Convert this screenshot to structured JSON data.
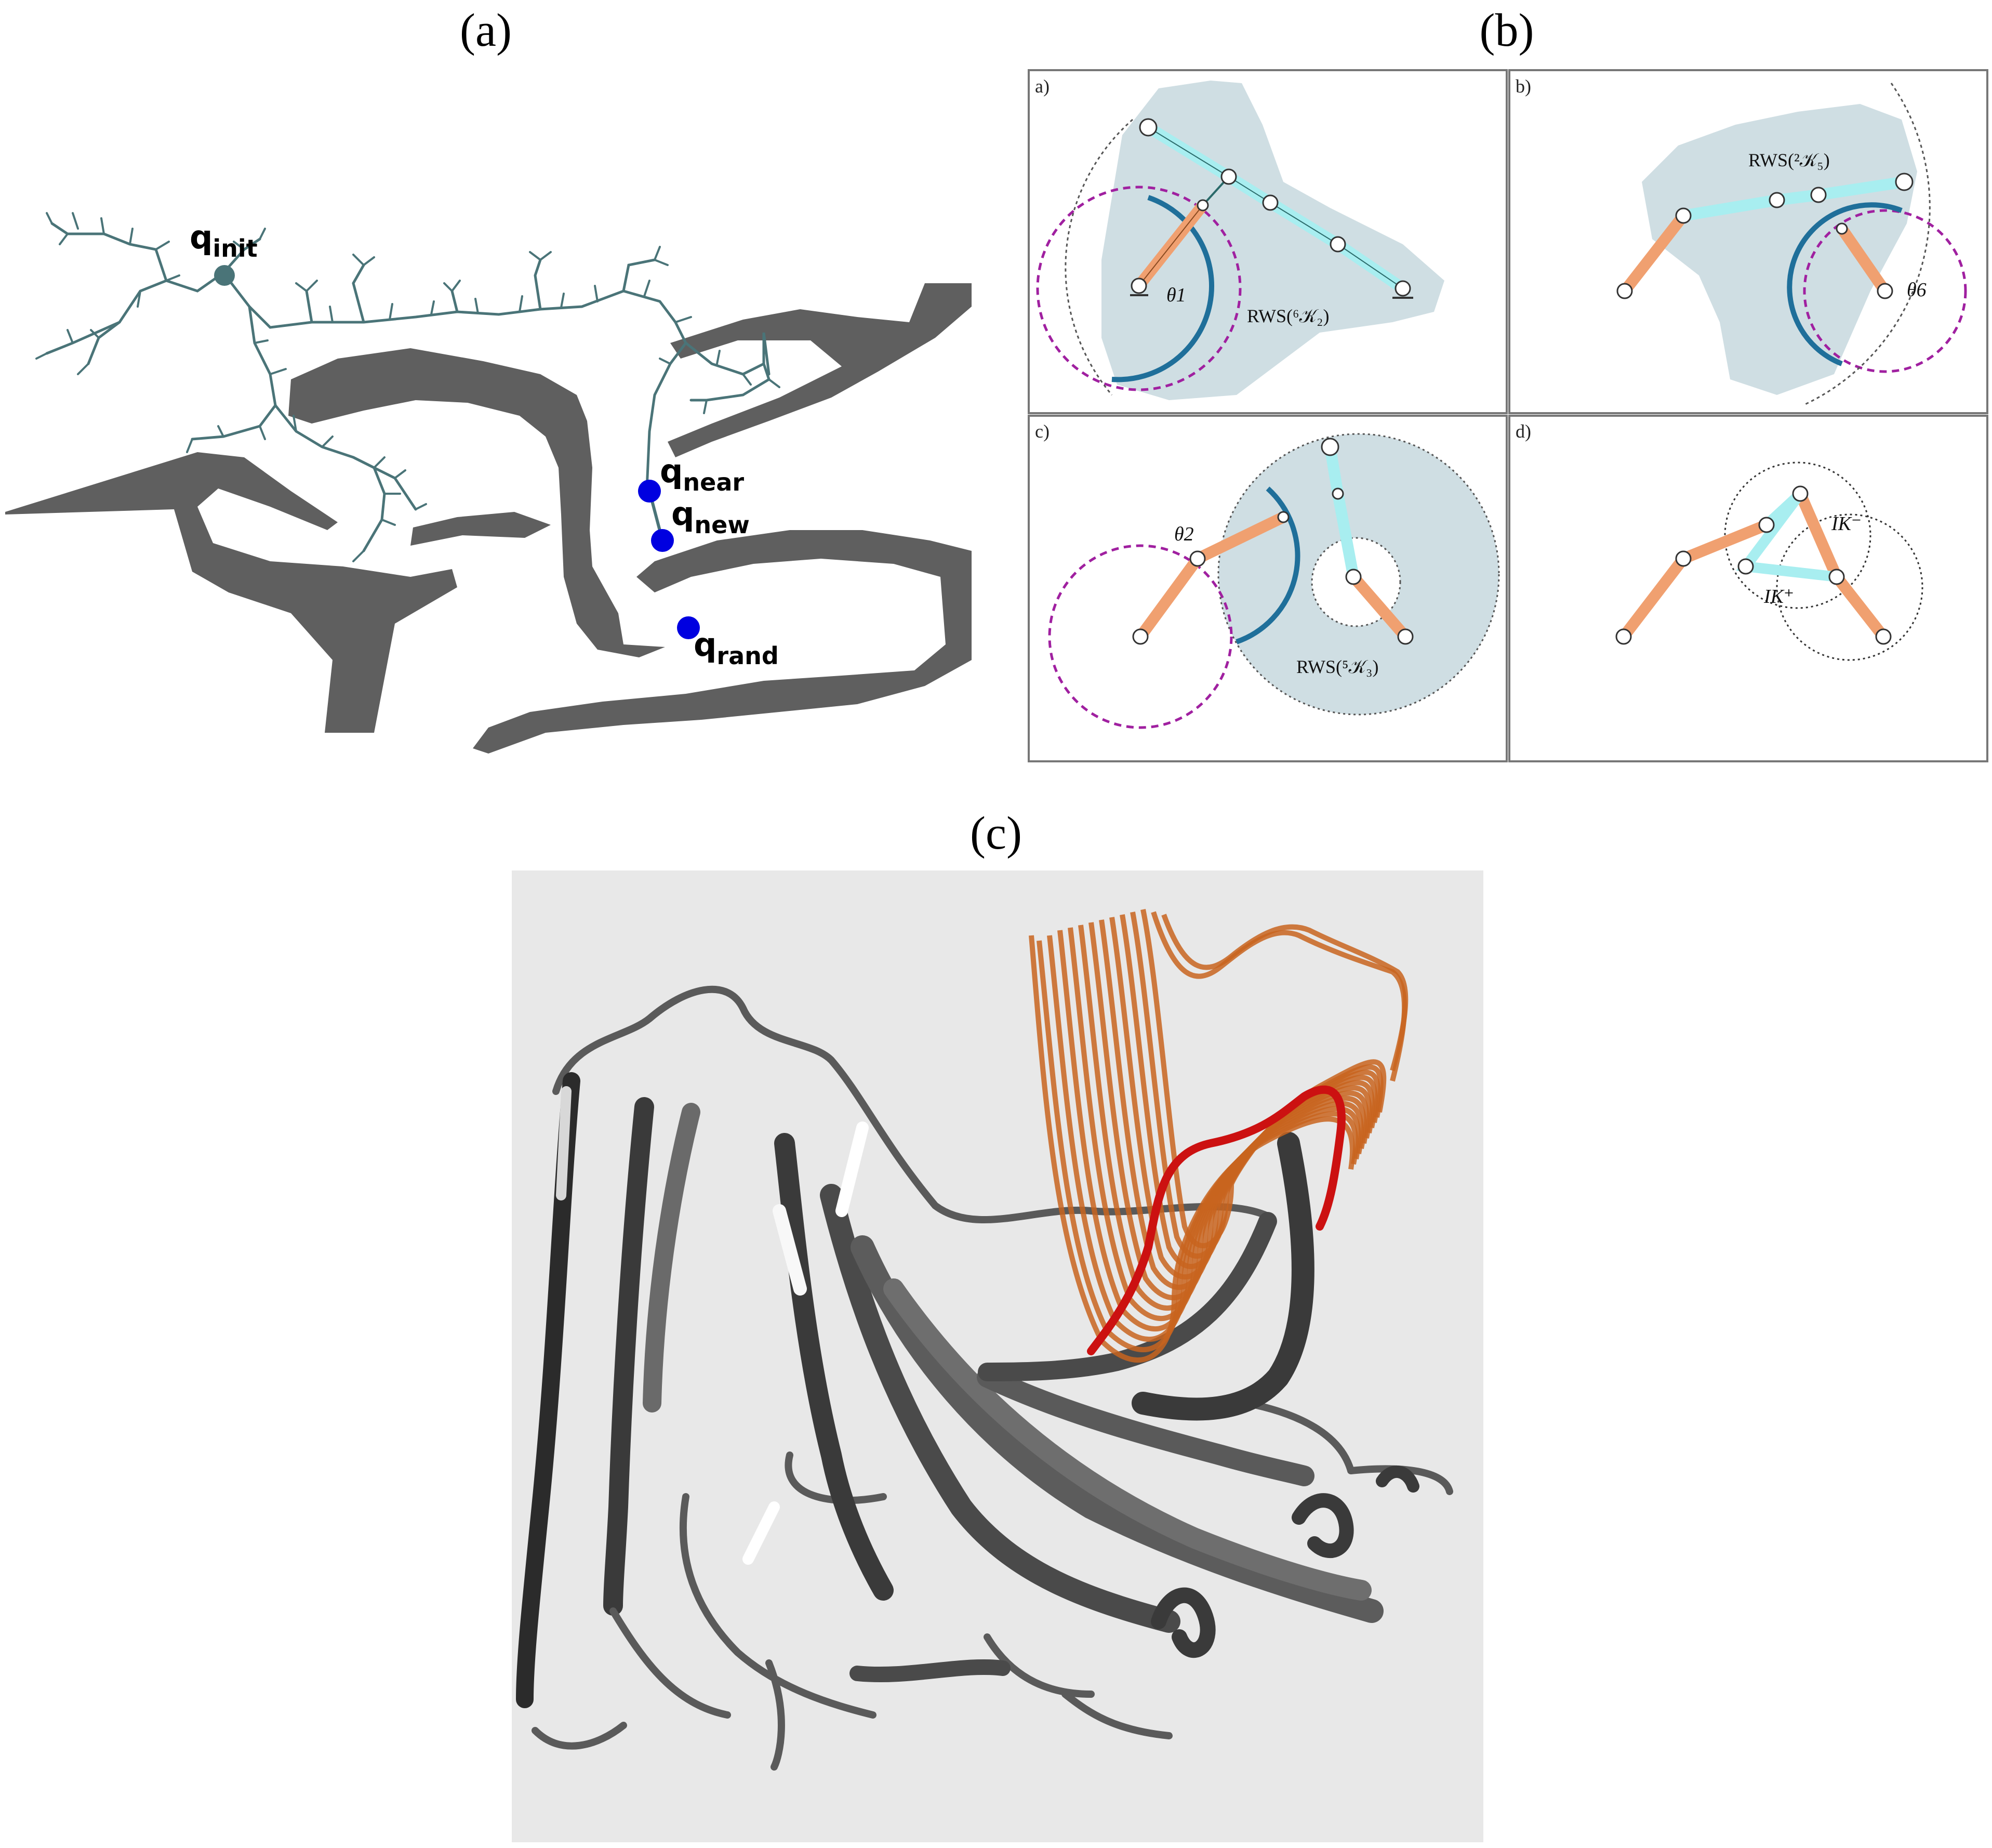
{
  "figure": {
    "panel_a": {
      "title": "(a)",
      "labels": {
        "q_init": {
          "q": "q",
          "sub": "init"
        },
        "q_near": {
          "q": "q",
          "sub": "near"
        },
        "q_new": {
          "q": "q",
          "sub": "new"
        },
        "q_rand": {
          "q": "q",
          "sub": "rand"
        }
      },
      "colors": {
        "obstacle": "#5f5f5f",
        "tree": "#4a7478",
        "init_node": "#4a7478",
        "sample_node": "#0000e0"
      }
    },
    "panel_b": {
      "title": "(b)",
      "subpanels": [
        {
          "label": "a)",
          "angle_label": "θ1",
          "rws_label": "RWS(⁶𝒦₂)"
        },
        {
          "label": "b)",
          "angle_label": "θ6",
          "rws_label": "RWS(²𝒦₅)"
        },
        {
          "label": "c)",
          "angle_label": "θ2",
          "rws_label": "RWS(⁵𝒦₃)"
        },
        {
          "label": "d)",
          "ik_minus": "IK⁻",
          "ik_plus": "IK⁺"
        }
      ],
      "colors": {
        "workspace": "#cfdee3",
        "link_orange": "#f0a070",
        "link_cyan": "#a8eef0",
        "circle_dashed": "#a020a0",
        "arc": "#1f6f9a"
      }
    },
    "panel_c": {
      "title": "(c)",
      "colors": {
        "background": "#e8e8e8",
        "ribbon_dark": "#3a3a3a",
        "ribbon_mid": "#6a6a6a",
        "loop_orange": "#c8641e",
        "loop_red": "#cc1111"
      }
    }
  }
}
